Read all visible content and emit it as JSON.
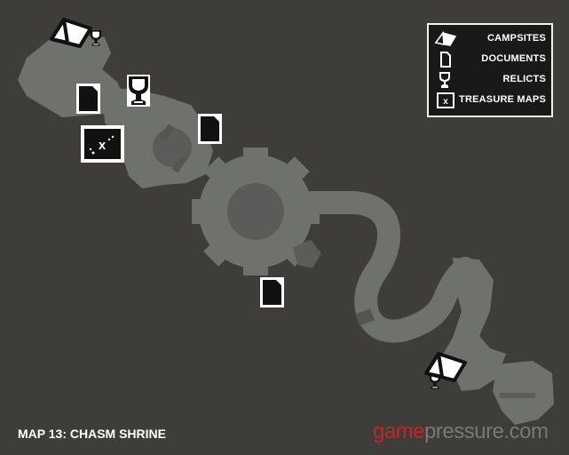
{
  "map": {
    "title": "MAP 13: CHASM SHRINE",
    "background_color": "#3e3d39",
    "terrain_color": "#6f716d",
    "markers": [
      {
        "type": "campsite",
        "icon": "tent-icon"
      },
      {
        "type": "campsite",
        "icon": "tent-icon"
      },
      {
        "type": "document",
        "icon": "document-icon"
      },
      {
        "type": "document",
        "icon": "document-icon"
      },
      {
        "type": "document",
        "icon": "document-icon"
      },
      {
        "type": "relict",
        "icon": "chalice-icon"
      },
      {
        "type": "treasure_map",
        "icon": "treasure-map-icon"
      }
    ]
  },
  "legend": {
    "items": [
      {
        "label": "CAMPSITES",
        "icon": "tent-icon"
      },
      {
        "label": "DOCUMENTS",
        "icon": "document-icon"
      },
      {
        "label": "RELICTS",
        "icon": "chalice-icon"
      },
      {
        "label": "TREASURE MAPS",
        "icon": "treasure-map-icon"
      }
    ]
  },
  "watermark": {
    "part1": "game",
    "part2": "pressure.com",
    "color1": "#c5242a",
    "color2": "#7a7876"
  }
}
